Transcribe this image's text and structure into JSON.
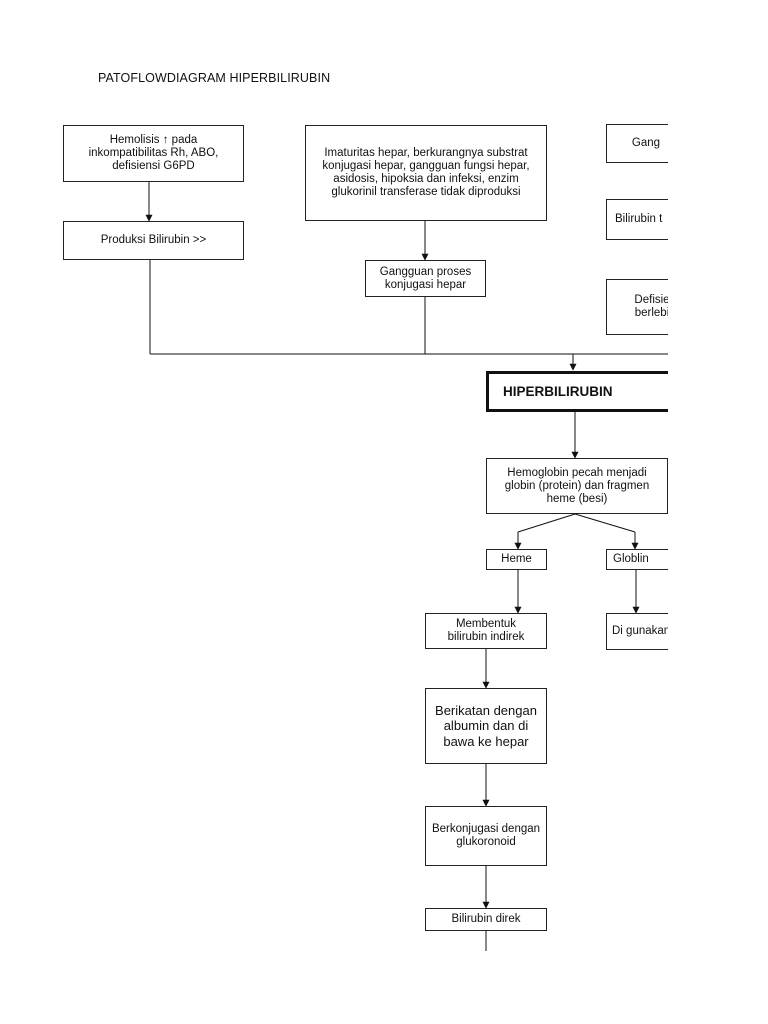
{
  "title": "PATOFLOWDIAGRAM HIPERBILIRUBIN",
  "nodes": {
    "hemolisis": "Hemolisis ↑ pada\ninkompatibilitas Rh, ABO,\ndefisiensi G6PD",
    "imaturitas": "Imaturitas hepar, berkurangnya substrat\nkonjugasi hepar, gangguan fungsi hepar,\nasidosis, hipoksia dan infeksi, enzim\nglukorinil transferase tidak diproduksi",
    "gang": "Gang",
    "bilirubin_t": "Bilirubin t",
    "produksi": "Produksi Bilirubin >>",
    "gangguan_proses": "Gangguan proses\nkonjugasi hepar",
    "defisie": "Defisie\nberlebi",
    "hiperbilirubin": "HIPERBILIRUBIN",
    "hemoglobin": "Hemoglobin pecah menjadi\nglobin (protein) dan fragmen\nheme (besi)",
    "heme": "Heme",
    "globlin": "Globlin",
    "membentuk": "Membentuk\nbilirubin indirek",
    "digunakan": "Di gunakan",
    "berikatan": "Berikatan dengan\nalbumin dan di\nbawa ke hepar",
    "berkonjugasi": "Berkonjugasi dengan\nglukoronoid",
    "bilirubin_direk": "Bilirubin direk"
  }
}
